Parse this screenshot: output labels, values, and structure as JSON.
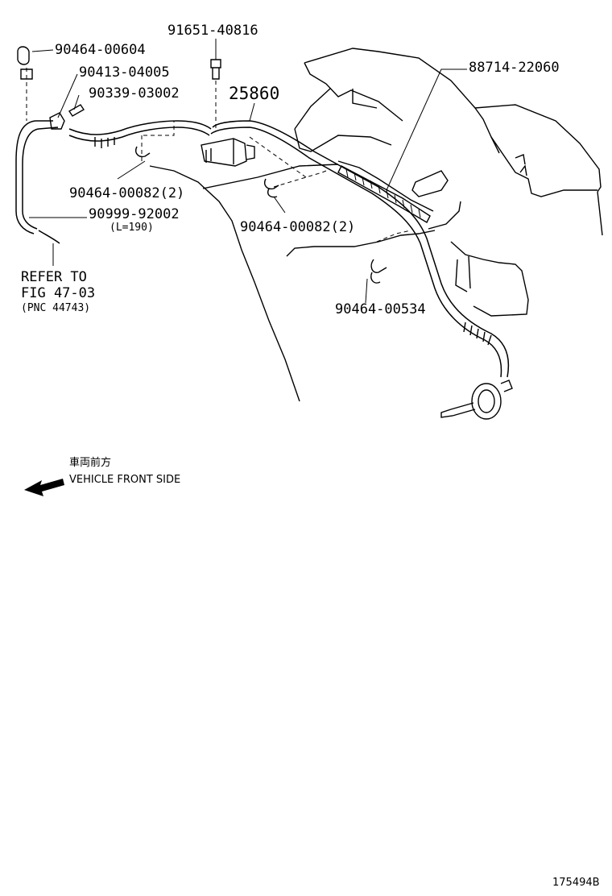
{
  "parts": [
    {
      "id": "p1",
      "number": "90464-00604"
    },
    {
      "id": "p2",
      "number": "90413-04005"
    },
    {
      "id": "p3",
      "number": "90339-03002"
    },
    {
      "id": "p4",
      "number": "91651-40816"
    },
    {
      "id": "p5",
      "number": "25860"
    },
    {
      "id": "p6",
      "number": "88714-22060"
    },
    {
      "id": "p7",
      "number": "90464-00082(2)"
    },
    {
      "id": "p8",
      "number": "90464-00082(2)"
    },
    {
      "id": "p9",
      "number": "90999-92002"
    },
    {
      "id": "p10",
      "number": "90464-00534"
    }
  ],
  "hose_length_note": "(L=190)",
  "reference": {
    "line1": "REFER TO",
    "line2": "FIG 47-03",
    "line3": "(PNC 44743)"
  },
  "direction": {
    "label_jp": "車両前方",
    "label_en": "VEHICLE FRONT SIDE",
    "icon": "arrow-left-icon"
  },
  "figure_id": "175494B"
}
